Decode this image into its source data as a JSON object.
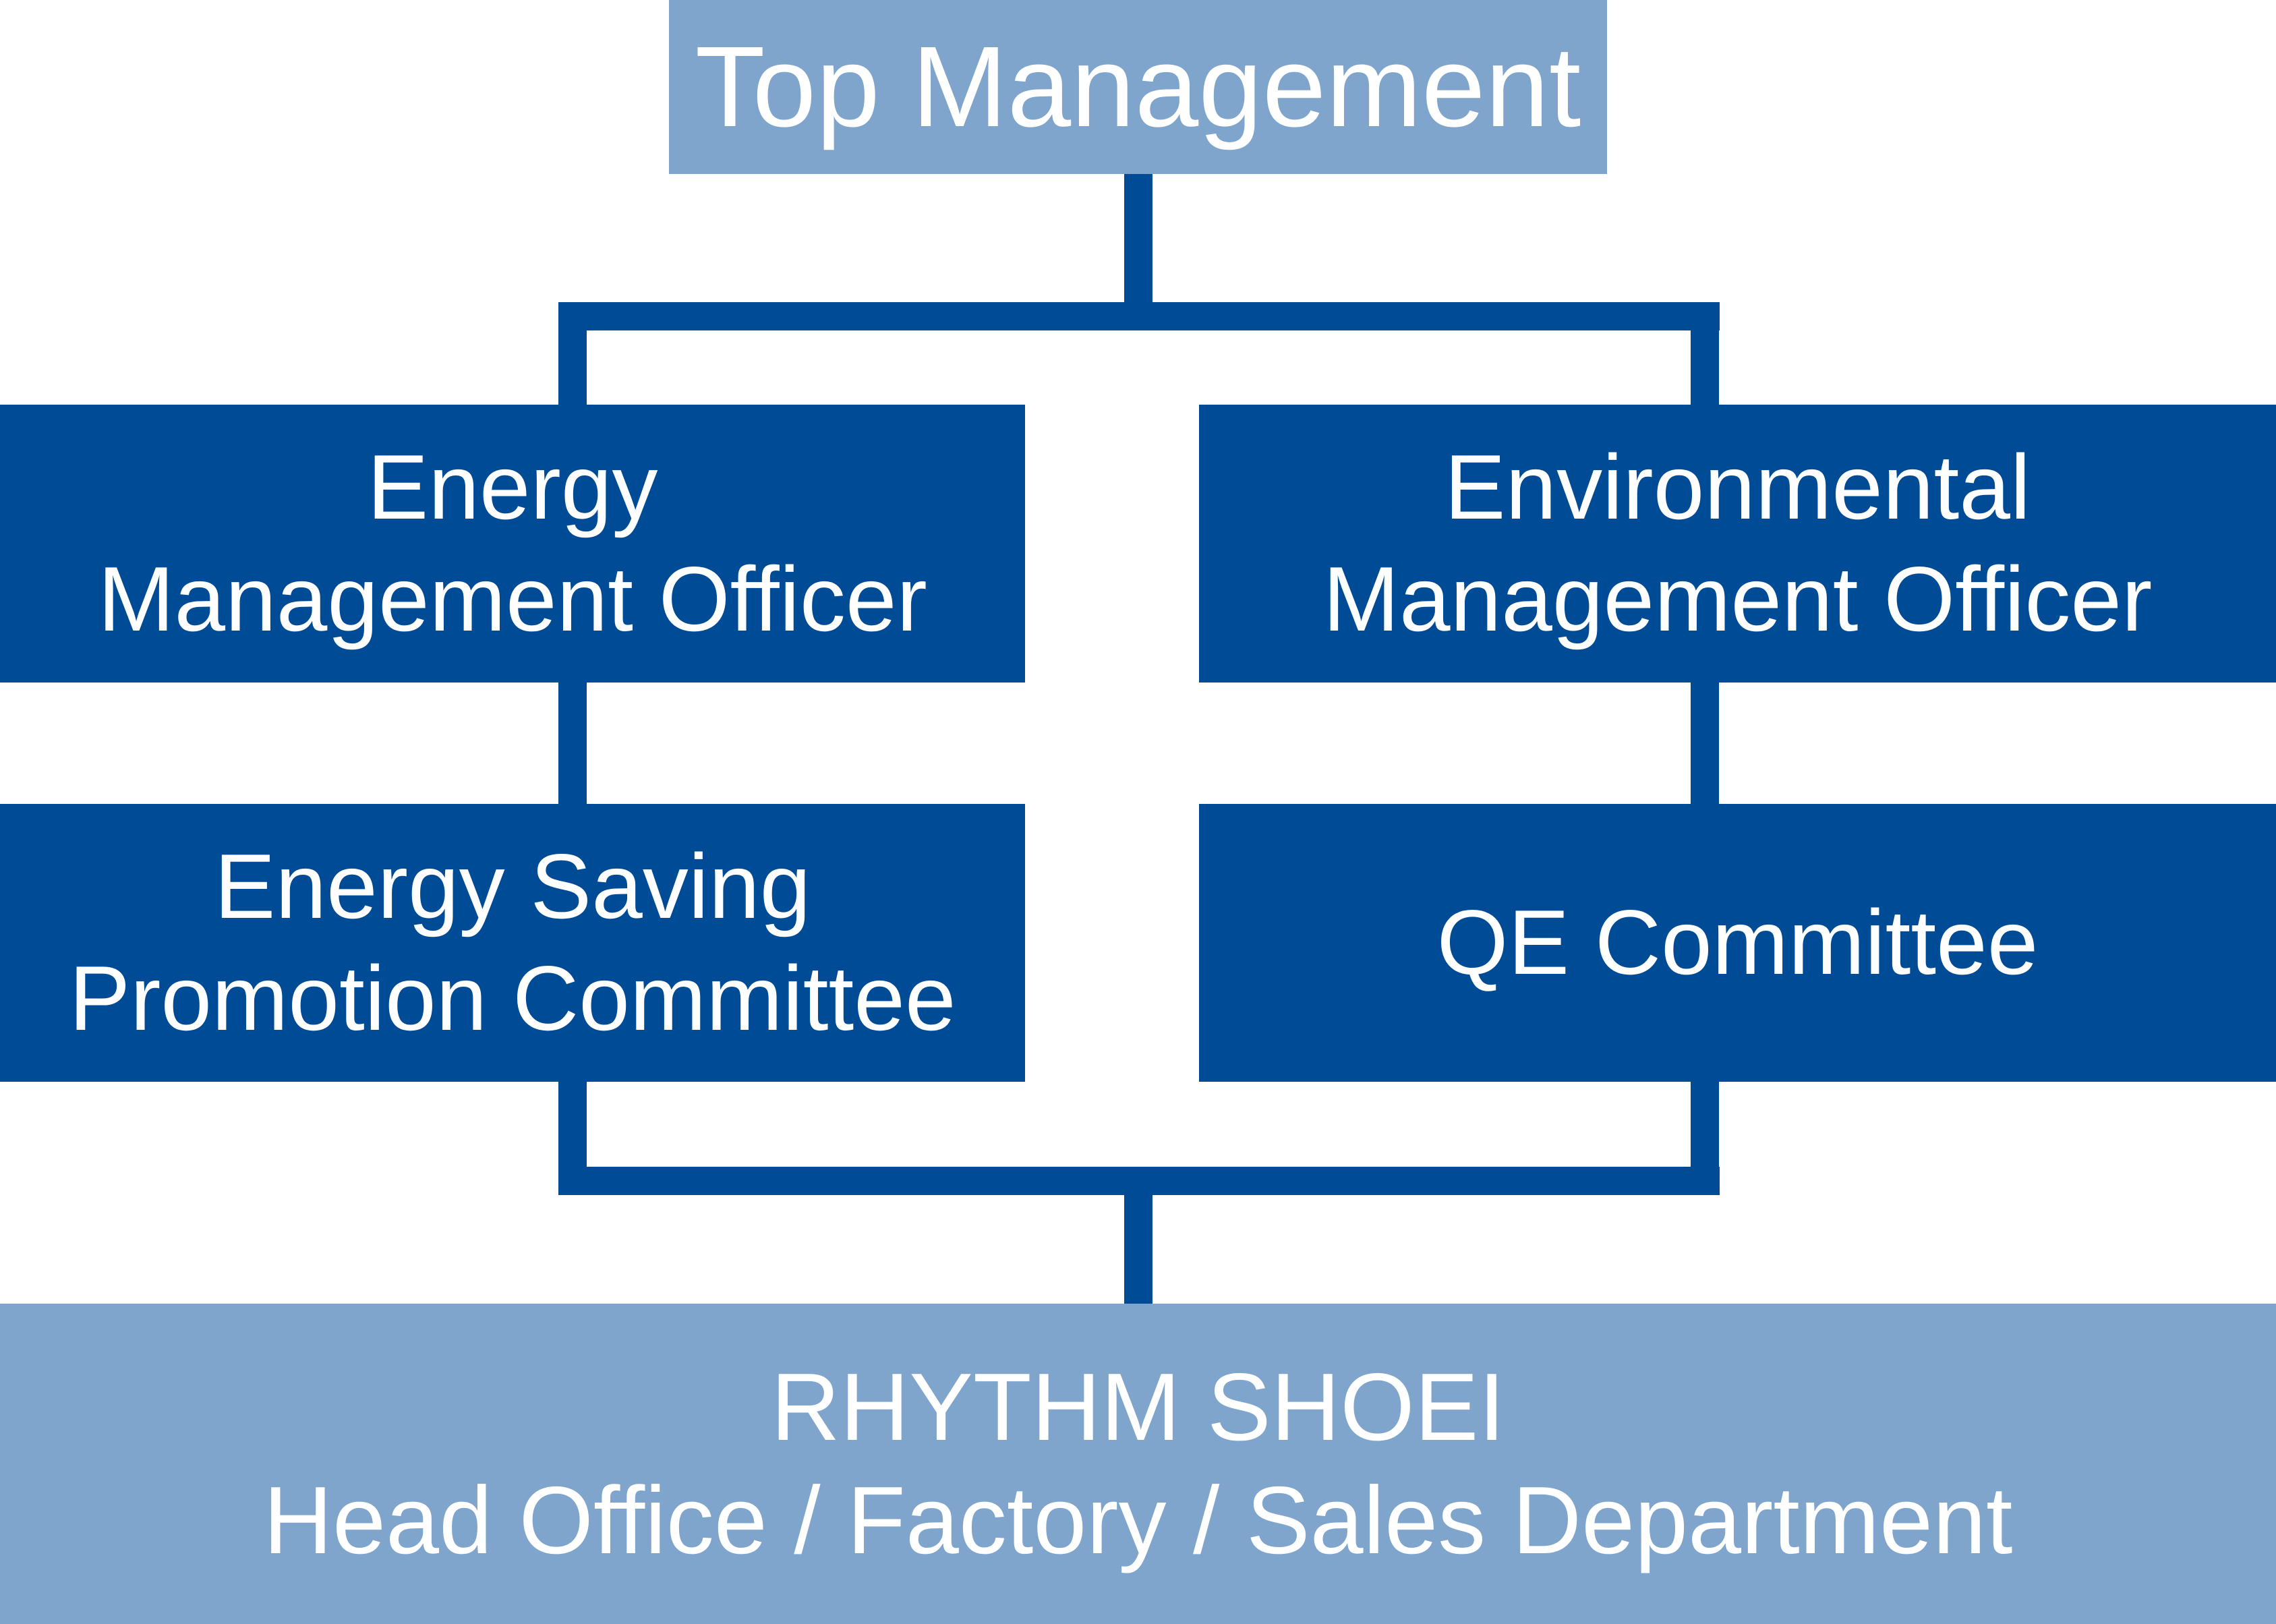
{
  "colors": {
    "dark_blue": "#004B96",
    "light_blue": "#7FA5CC",
    "text": "#FFFFFF",
    "background": "#FFFFFF"
  },
  "nodes": {
    "top_management": {
      "label": "Top Management"
    },
    "energy_management_officer": {
      "line1": "Energy",
      "line2": "Management Officer"
    },
    "environmental_management_officer": {
      "line1": "Environmental",
      "line2": "Management Officer"
    },
    "energy_saving_promotion_committee": {
      "line1": "Energy Saving",
      "line2": "Promotion Committee"
    },
    "qe_committee": {
      "label": "QE Committee"
    },
    "rhythm_shoei": {
      "line1": "RHYTHM SHOEI",
      "line2": "Head Office / Factory / Sales Department"
    }
  }
}
